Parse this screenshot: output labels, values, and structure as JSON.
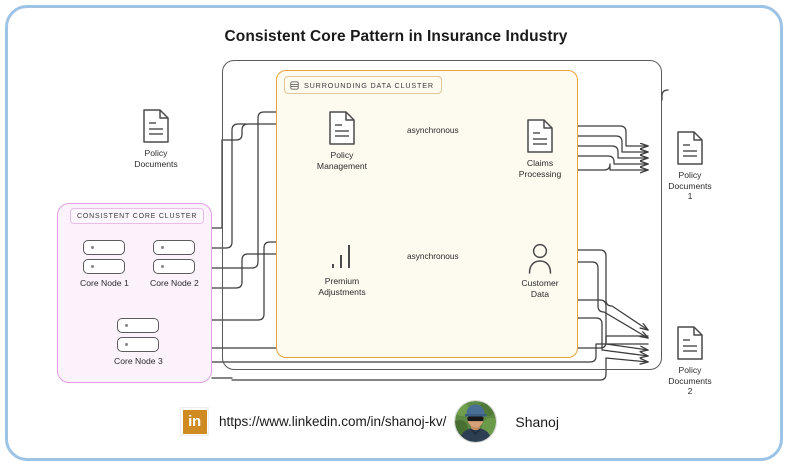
{
  "title": "Consistent Core Pattern in Insurance Industry",
  "frame": {
    "border_color": "#9dc3e6"
  },
  "containers": {
    "outer_cluster": {
      "name": "outer-boundary",
      "border_color": "#5a5a5a"
    },
    "data_cluster": {
      "label": "SURROUNDING DATA CLUSTER",
      "icon": "database-icon",
      "border_color": "#e8a33d",
      "fill_color": "#fdfaf0"
    },
    "core_cluster": {
      "label": "CONSISTENT CORE CLUSTER",
      "border_color": "#e39fe3",
      "fill_color": "#fbf2fc"
    }
  },
  "core_nodes": [
    {
      "label": "Core Node 1",
      "icon": "server-rack-icon"
    },
    {
      "label": "Core Node 2",
      "icon": "server-rack-icon"
    },
    {
      "label": "Core Node 3",
      "icon": "server-rack-icon"
    }
  ],
  "nodes": {
    "policy_documents_left": {
      "label": "Policy\nDocuments",
      "icon": "document-icon"
    },
    "policy_management": {
      "label": "Policy\nManagement",
      "icon": "document-icon"
    },
    "claims_processing": {
      "label": "Claims\nProcessing",
      "icon": "document-icon"
    },
    "premium_adjustments": {
      "label": "Premium\nAdjustments",
      "icon": "bar-chart-icon"
    },
    "customer_data": {
      "label": "Customer\nData",
      "icon": "user-icon"
    },
    "policy_documents_1": {
      "label": "Policy\nDocuments\n1",
      "icon": "document-icon"
    },
    "policy_documents_2": {
      "label": "Policy\nDocuments\n2",
      "icon": "document-icon"
    }
  },
  "edge_labels": {
    "async_top": "asynchronous",
    "async_bottom": "asynchronous"
  },
  "footer": {
    "icon": "linkedin-icon",
    "icon_text": "in",
    "icon_color": "#cf8b22",
    "url": "https://www.linkedin.com/in/shanoj-kv/",
    "avatar": "profile-avatar",
    "name": "Shanoj"
  }
}
